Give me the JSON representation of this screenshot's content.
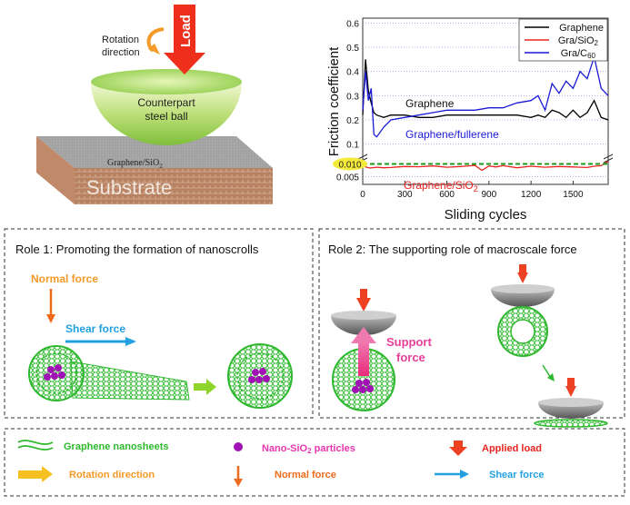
{
  "top_left": {
    "rotation_label": [
      "Rotation",
      "direction"
    ],
    "load_label": "Load",
    "ball_label": [
      "Counterpart",
      "steel ball"
    ],
    "film_label": "Graphene/SiO",
    "film_sub": "2",
    "substrate_label": "Substrate"
  },
  "colors": {
    "graphene": "#000000",
    "gra_sio2": "#e8231f",
    "gra_c60": "#1a1ad6",
    "green_ref": "#1a9a1a",
    "orange": "#f39a28",
    "red_load": "#ee4022",
    "blue_arrow": "#22a0e0",
    "pink": "#e8409a",
    "purple": "#a012b4"
  },
  "chart_data": {
    "type": "line",
    "xlabel": "Sliding cycles",
    "ylabel": "Friction coefficient",
    "x_ticks": [
      "0",
      "300",
      "600",
      "900",
      "1200",
      "1500"
    ],
    "x_range": [
      0,
      1750
    ],
    "y_ticks_upper": [
      "0.1",
      "0.2",
      "0.3",
      "0.4",
      "0.5",
      "0.6"
    ],
    "y_ticks_lower": [
      "0.005",
      "0.010"
    ],
    "y_range_upper": [
      0.05,
      0.62
    ],
    "y_range_lower": [
      0.002,
      0.013
    ],
    "legend": {
      "position": "top-right",
      "entries": [
        {
          "name": "Graphene",
          "sub": ""
        },
        {
          "name": "Gra/SiO",
          "sub": "2"
        },
        {
          "name": "Gra/C",
          "sub": "60"
        }
      ]
    },
    "annotations": {
      "graphene": "Graphene",
      "fullerene": "Graphene/fullerene",
      "sio2": "Graphene/SiO",
      "sio2_sub": "2"
    },
    "series": [
      {
        "name": "Graphene",
        "x": [
          0,
          20,
          40,
          60,
          80,
          100,
          150,
          200,
          300,
          400,
          500,
          600,
          700,
          800,
          900,
          1000,
          1100,
          1200,
          1250,
          1300,
          1350,
          1400,
          1450,
          1500,
          1550,
          1600,
          1650,
          1700,
          1750
        ],
        "y": [
          0.22,
          0.45,
          0.32,
          0.27,
          0.23,
          0.22,
          0.21,
          0.22,
          0.22,
          0.21,
          0.21,
          0.22,
          0.22,
          0.22,
          0.22,
          0.22,
          0.22,
          0.21,
          0.22,
          0.21,
          0.24,
          0.23,
          0.21,
          0.24,
          0.21,
          0.23,
          0.28,
          0.21,
          0.2
        ]
      },
      {
        "name": "Gra/SiO2",
        "x": [
          0,
          20,
          50,
          100,
          150,
          200,
          250,
          300,
          400,
          500,
          600,
          700,
          800,
          850,
          900,
          950,
          1000,
          1100,
          1200,
          1300,
          1400,
          1500,
          1600,
          1650,
          1700,
          1750
        ],
        "y": [
          0.0095,
          0.0088,
          0.0084,
          0.0087,
          0.0085,
          0.0086,
          0.0088,
          0.009,
          0.0089,
          0.0092,
          0.0087,
          0.009,
          0.0094,
          0.0075,
          0.0092,
          0.0088,
          0.0093,
          0.0085,
          0.0091,
          0.0087,
          0.009,
          0.0088,
          0.0086,
          0.0091,
          0.0093,
          0.011
        ]
      },
      {
        "name": "Gra/C60",
        "x": [
          0,
          20,
          40,
          60,
          80,
          100,
          150,
          200,
          300,
          400,
          500,
          600,
          700,
          800,
          900,
          1000,
          1100,
          1200,
          1250,
          1300,
          1350,
          1400,
          1450,
          1500,
          1550,
          1600,
          1650,
          1700,
          1750
        ],
        "y": [
          0.24,
          0.4,
          0.28,
          0.33,
          0.14,
          0.13,
          0.17,
          0.2,
          0.21,
          0.22,
          0.23,
          0.24,
          0.24,
          0.24,
          0.25,
          0.25,
          0.27,
          0.28,
          0.3,
          0.24,
          0.35,
          0.31,
          0.36,
          0.33,
          0.4,
          0.37,
          0.46,
          0.33,
          0.3
        ]
      }
    ],
    "ref_line": {
      "value": 0.01,
      "label": "0.010"
    }
  },
  "role1": {
    "title": "Role 1: Promoting the formation of nanoscrolls",
    "normal_force": "Normal  force",
    "shear_force": "Shear  force"
  },
  "role2": {
    "title": "Role 2: The supporting role of macroscale force",
    "support_force": [
      "Support",
      "force"
    ]
  },
  "legend_bottom": {
    "graphene_nanosheets": "Graphene nanosheets",
    "rotation_direction": "Rotation direction",
    "nano_sio2": "Nano-SiO",
    "nano_sio2_sub": "2",
    "nano_sio2_rest": " particles",
    "normal_force": "Normal  force",
    "applied_load": "Applied load",
    "shear_force": "Shear  force"
  }
}
